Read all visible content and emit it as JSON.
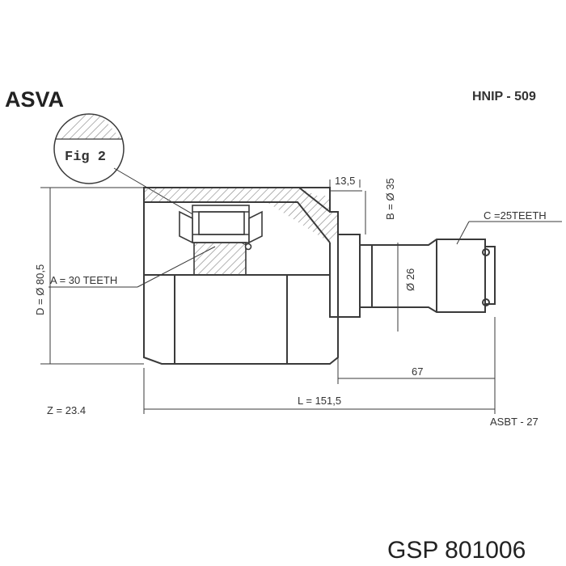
{
  "header": {
    "brand": "ASVA",
    "part_number": "HNIP - 509"
  },
  "figure_label": "Fig 2",
  "dimensions": {
    "width_top": "13,5",
    "bore_diameter": "B = Ø 35",
    "outer_diameter": "D = Ø 80,5",
    "shaft_diameter": "Ø 26",
    "inner_teeth": "A = 30 TEETH",
    "outer_teeth": "C =25TEETH",
    "shaft_length": "67",
    "total_length": "L = 151,5",
    "z_value": "Z = 23.4"
  },
  "ref_code": "ASBT - 27",
  "footer": "GSP 801006",
  "colors": {
    "line": "#3a3a3a",
    "hatch": "#888888",
    "text": "#333333",
    "background": "#ffffff"
  }
}
